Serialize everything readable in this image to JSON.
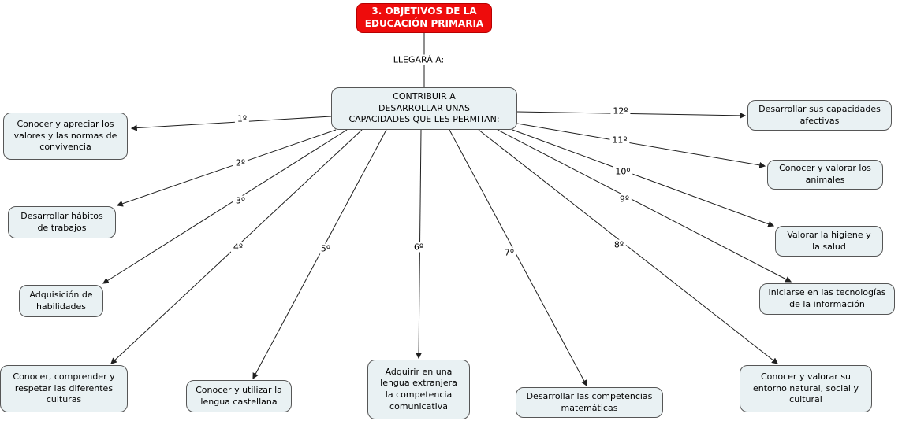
{
  "map": {
    "title": "3. OBJETIVOS DE LA\nEDUCACIÓN PRIMARIA",
    "linking_phrase": "LLEGARÁ A:",
    "central": "CONTRIBUIR A\nDESARROLLAR UNAS\nCAPACIDADES QUE LES PERMITAN:",
    "colors": {
      "title_bg": "#ee0c0c",
      "title_text": "#ffffff",
      "node_bg": "#e9f1f3",
      "node_border": "#565656",
      "edge": "#1f1f1f"
    }
  },
  "objectives": [
    {
      "num": "1º",
      "label": "Conocer y apreciar los\nvalores y las normas de\nconvivencia"
    },
    {
      "num": "2º",
      "label": "Desarrollar hábitos\nde trabajos"
    },
    {
      "num": "3º",
      "label": "Adquisición de\nhabilidades"
    },
    {
      "num": "4º",
      "label": "Conocer, comprender y\nrespetar las diferentes\nculturas"
    },
    {
      "num": "5º",
      "label": "Conocer y utilizar la\nlengua castellana"
    },
    {
      "num": "6º",
      "label": "Adquirir en una\nlengua extranjera\nla competencia\ncomunicativa"
    },
    {
      "num": "7º",
      "label": "Desarrollar las competencias\nmatemáticas"
    },
    {
      "num": "8º",
      "label": "Conocer y valorar su\nentorno natural, social y\ncultural"
    },
    {
      "num": "9º",
      "label": "Iniciarse en las tecnologías\nde la información"
    },
    {
      "num": "10º",
      "label": "Valorar la higiene y\nla salud"
    },
    {
      "num": "11º",
      "label": "Conocer y valorar los\nanimales"
    },
    {
      "num": "12º",
      "label": "Desarrollar sus capacidades\nafectivas"
    }
  ]
}
